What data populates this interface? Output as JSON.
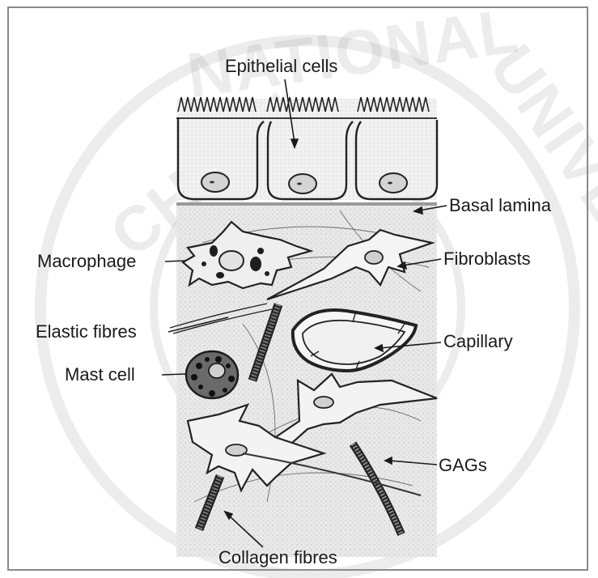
{
  "labels": {
    "epithelial": "Epithelial cells",
    "basal": "Basal lamina",
    "macrophage": "Macrophage",
    "fibroblasts": "Fibroblasts",
    "elastic": "Elastic fibres",
    "capillary": "Capillary",
    "mast": "Mast cell",
    "gags": "GAGs",
    "collagen": "Collagen fibres"
  },
  "watermark": {
    "text": "CHEJU NATIONAL UNIVERSITY"
  }
}
